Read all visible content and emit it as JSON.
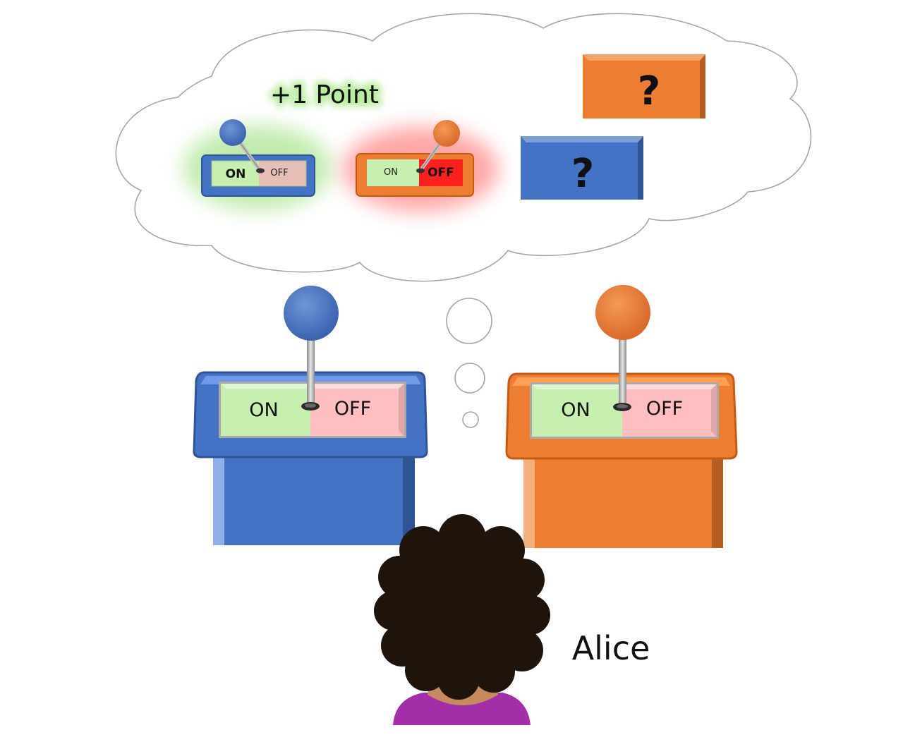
{
  "thought": {
    "reward_text": "+1 Point",
    "mini_levers": [
      {
        "color": "blue",
        "on_label": "ON",
        "off_label": "OFF",
        "state": "on"
      },
      {
        "color": "orange",
        "on_label": "ON",
        "off_label": "OFF",
        "state": "off"
      }
    ],
    "unknown_boxes": [
      {
        "color": "orange",
        "label": "?"
      },
      {
        "color": "blue",
        "label": "?"
      }
    ]
  },
  "stations": [
    {
      "color": "blue",
      "on_label": "ON",
      "off_label": "OFF"
    },
    {
      "color": "orange",
      "on_label": "ON",
      "off_label": "OFF"
    }
  ],
  "person": {
    "name": "Alice"
  },
  "colors": {
    "blue": "#4472c4",
    "blue_light": "#6f9be8",
    "orange": "#ed7d31",
    "orange_light": "#ffa052",
    "on_green": "#c6efb0",
    "off_pink": "#ffbfc0",
    "off_red": "#ff2020",
    "reward_glow": "#a8e28c",
    "hair": "#1e140c",
    "skin": "#c68a5c",
    "shirt": "#a22fa7"
  }
}
